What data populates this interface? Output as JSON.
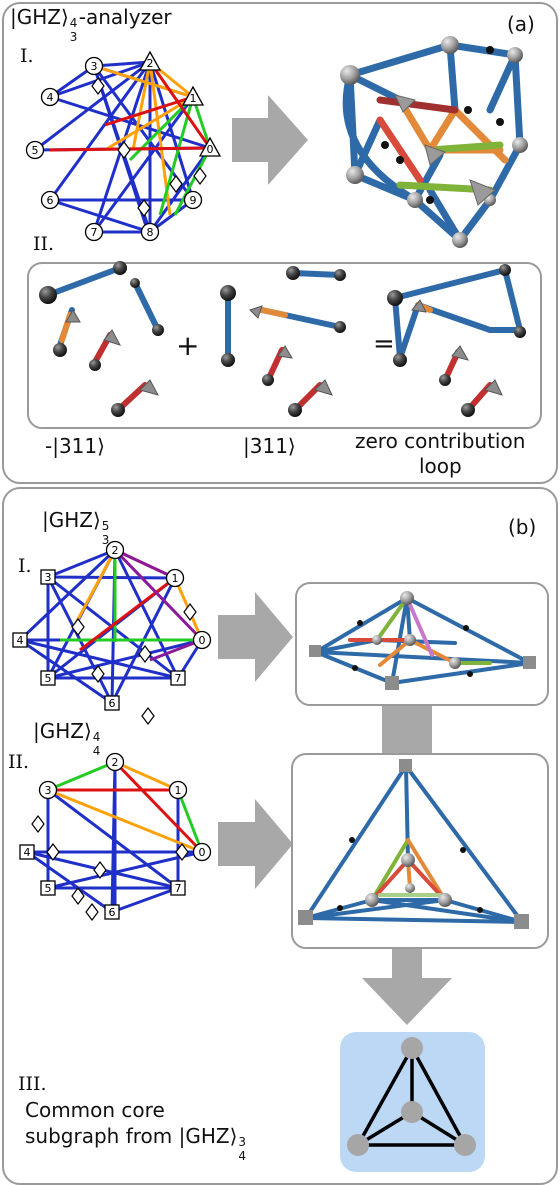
{
  "panel_a": {
    "title": "|GHZ⟩",
    "title_sub": "3",
    "title_sup": "4",
    "title_suffix": "-analyzer",
    "letter": "(a)",
    "step1": "I.",
    "step2": "II.",
    "plus": "+",
    "equals": "=",
    "label_minus": "-|311⟩",
    "label_plus": "|311⟩",
    "label_zero_1": "zero contribution",
    "label_zero_2": "loop",
    "graph_nodes": [
      "0",
      "1",
      "2",
      "3",
      "4",
      "5",
      "6",
      "7",
      "8",
      "9"
    ]
  },
  "panel_b": {
    "title1": "|GHZ⟩",
    "title1_sub": "3",
    "title1_sup": "5",
    "letter": "(b)",
    "step1": "I.",
    "title2": "|GHZ⟩",
    "title2_sub": "4",
    "title2_sup": "4",
    "step2": "II.",
    "step3": "III.",
    "core_line1": "Common core",
    "core_line2": "subgraph from |GHZ⟩",
    "core_sub": "4",
    "core_sup": "3",
    "graph_nodes": [
      "0",
      "1",
      "2",
      "3",
      "4",
      "5",
      "6",
      "7"
    ]
  },
  "colors": {
    "blue": "#1f2fc8",
    "orange": "#ffa20a",
    "green": "#22cc22",
    "red": "#dd1111",
    "purple": "#8a1a9a",
    "arrow_gray": "#a8a8a8",
    "core_bg": "#bcd8f5"
  }
}
